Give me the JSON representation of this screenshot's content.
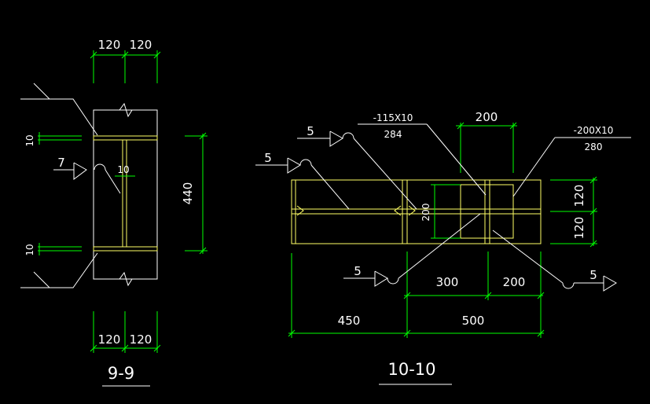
{
  "colors": {
    "background": "#000000",
    "dimension": "#00ff00",
    "steel": "#ffff66",
    "leader": "#ffffff",
    "text": "#ffffff"
  },
  "section_9_9": {
    "title": "9-9",
    "top_dims": [
      "120",
      "120"
    ],
    "bottom_dims": [
      "120",
      "120"
    ],
    "height_dim": "440",
    "plate_thickness_top": "10",
    "plate_thickness_bottom": "10",
    "web_thickness": "10",
    "weld_size": "7"
  },
  "section_10_10": {
    "title": "10-10",
    "plate_a_spec": "-115X10",
    "plate_a_length": "284",
    "plate_b_spec": "-200X10",
    "plate_b_length": "280",
    "top_dim": "200",
    "right_dims": [
      "120",
      "120"
    ],
    "inner_dim": "200",
    "mid_dims": [
      "300",
      "200"
    ],
    "bottom_dims": [
      "450",
      "500"
    ],
    "weld_sizes": [
      "5",
      "5",
      "5",
      "5"
    ]
  }
}
